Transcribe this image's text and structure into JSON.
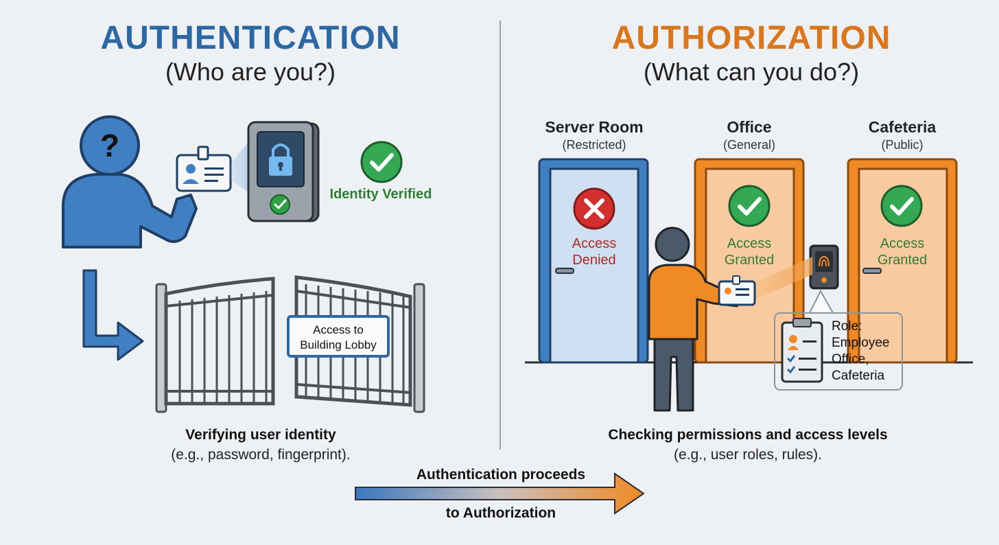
{
  "authentication": {
    "title": "AUTHENTICATION",
    "subtitle": "(Who are you?)",
    "person_symbol": "?",
    "badge_text": "Identity Verified",
    "gate_sign_line1": "Access to",
    "gate_sign_line2": "Building Lobby",
    "caption_bold": "Verifying user identity",
    "caption_sub": "(e.g., password, fingerprint)."
  },
  "authorization": {
    "title": "AUTHORIZATION",
    "subtitle": "(What can you do?)",
    "doors": [
      {
        "name": "Server Room",
        "level": "(Restricted)",
        "status_line1": "Access",
        "status_line2": "Denied",
        "status": "denied"
      },
      {
        "name": "Office",
        "level": "(General)",
        "status_line1": "Access",
        "status_line2": "Granted",
        "status": "granted"
      },
      {
        "name": "Cafeteria",
        "level": "(Public)",
        "status_line1": "Access",
        "status_line2": "Granted",
        "status": "granted"
      }
    ],
    "role_card": {
      "line1": "Role:",
      "line2": "Employee",
      "line3": "Office,",
      "line4": "Cafeteria"
    },
    "caption_bold": "Checking permissions and access levels",
    "caption_sub": "(e.g., user roles, rules)."
  },
  "flow": {
    "label_top": "Authentication proceeds",
    "label_bottom": "to Authorization"
  },
  "colors": {
    "auth_blue": "#2e68a4",
    "authz_orange": "#d9771e",
    "granted_green": "#2f9e44",
    "denied_red": "#d32f2f",
    "background": "#eef1f4"
  },
  "icons": [
    "question-icon",
    "id-card-icon",
    "padlock-icon",
    "check-icon",
    "cross-icon",
    "fingerprint-icon",
    "clipboard-icon",
    "arrow-icon",
    "gate-icon",
    "door-icon"
  ]
}
